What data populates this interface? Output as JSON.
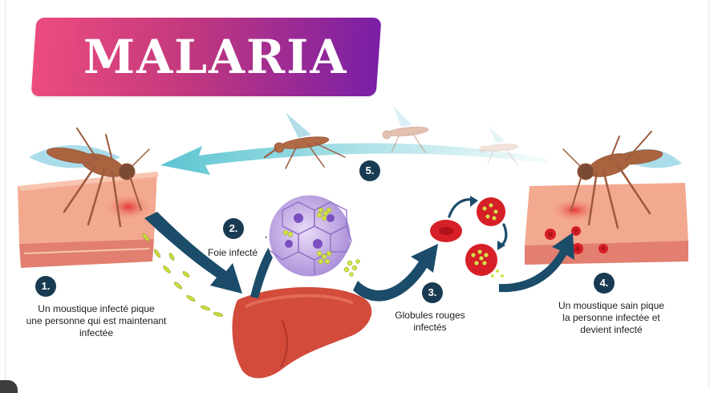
{
  "title": "MALARIA",
  "steps": [
    {
      "number": "1.",
      "text_lines": [
        "Un moustique infecté pique",
        "une personne qui est maintenant",
        "infectée"
      ]
    },
    {
      "number": "2.",
      "text_lines": [
        "Foie infecté"
      ]
    },
    {
      "number": "3.",
      "text_lines": [
        "Globules rouges",
        "infectés"
      ]
    },
    {
      "number": "4.",
      "text_lines": [
        "Un moustique sain pique",
        "la personne infectée et",
        "devient infecté"
      ]
    },
    {
      "number": "5.",
      "text_lines": []
    }
  ],
  "colors": {
    "banner_start": "#ec4c7e",
    "banner_end": "#7a1fa6",
    "badge": "#183a52",
    "arrow_dark": "#1b4c6a",
    "arrow_teal": "#5cc5d1",
    "skin": "#f4b39a",
    "skin_side": "#e78e7a",
    "blood": "#d61f26",
    "liver": "#d24b3b",
    "liver_cells": "#c9aee8",
    "parasite": "#cfdf3a",
    "mosquito": "#a05a3a"
  },
  "icons": [
    "mosquito-icon",
    "skin-block-icon",
    "liver-icon",
    "liver-cell-icon",
    "red-blood-cell-icon",
    "parasite-icon"
  ]
}
